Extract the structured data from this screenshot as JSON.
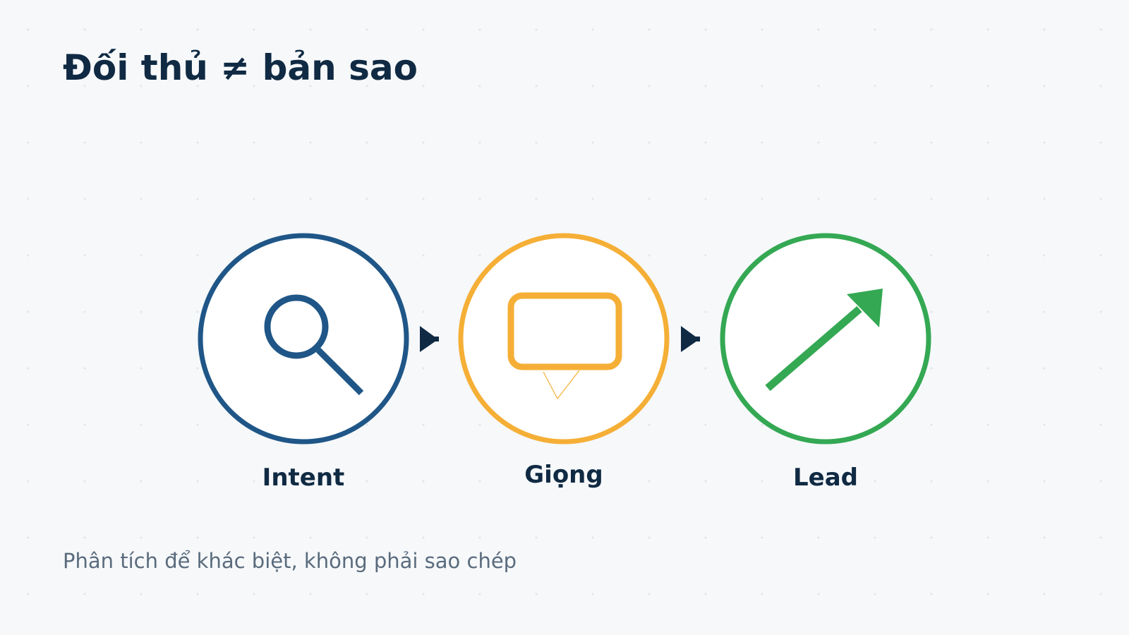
{
  "slide": {
    "title": "Đối thủ ≠ bản sao",
    "subtitle": "Phân tích để khác biệt, không phải sao chép"
  },
  "diagram": {
    "flow_direction": "left-to-right",
    "nodes": [
      {
        "label": "Intent",
        "icon": "magnifier-icon",
        "color": "#1f5687"
      },
      {
        "label": "Giọng",
        "icon": "speech-bubble-icon",
        "color": "#f5af36"
      },
      {
        "label": "Lead",
        "icon": "trend-up-arrow-icon",
        "color": "#34a853"
      }
    ],
    "connector_color": "#102a43",
    "background": "#f6f8fa"
  }
}
